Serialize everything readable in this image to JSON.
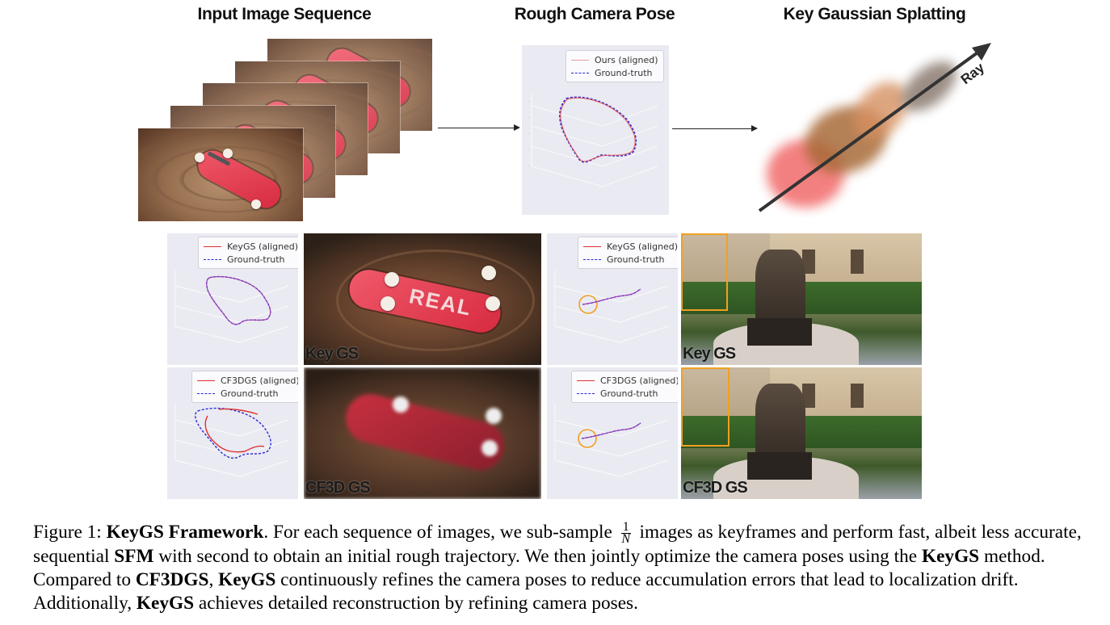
{
  "headings": {
    "input": "Input Image Sequence",
    "pose": "Rough Camera Pose",
    "splat": "Key Gaussian Splatting"
  },
  "ray_label": "Ray",
  "top_plot_legend": {
    "ours": "Ours (aligned)",
    "gt": "Ground-truth"
  },
  "grid_plots": [
    {
      "method": "KeyGS (aligned)",
      "gt": "Ground-truth"
    },
    {
      "method": "KeyGS (aligned)",
      "gt": "Ground-truth"
    },
    {
      "method": "CF3DGS (aligned)",
      "gt": "Ground-truth"
    },
    {
      "method": "CF3DGS (aligned)",
      "gt": "Ground-truth"
    }
  ],
  "image_labels": {
    "keygs_skate": "Key GS",
    "keygs_statue": "Key GS",
    "cf3d_skate": "CF3D GS",
    "cf3d_statue": "CF3D GS"
  },
  "colors": {
    "ours_line": "#e05050",
    "gt_line": "#2b2bd8",
    "plot_bg": "#eaeaf2",
    "highlight": "#f0a020"
  },
  "caption": {
    "label": "Figure 1:",
    "title": "KeyGS Framework",
    "t1": ". For each sequence of images, we sub-sample ",
    "frac_num": "1",
    "frac_den": "N",
    "t2": " images as keyframes and perform fast, albeit less accurate, sequential ",
    "b1": "SFM",
    "t3": " with second to obtain an initial rough trajectory. We then jointly optimize the camera poses using the ",
    "b2": "KeyGS",
    "t4": " method. Compared to ",
    "b3": "CF3DGS",
    "t5": ", ",
    "b4": "KeyGS",
    "t6": " continuously refines the camera poses to reduce accumulation errors that lead to localization drift. Additionally, ",
    "b5": "KeyGS",
    "t7": " achieves detailed reconstruction by refining camera poses."
  }
}
